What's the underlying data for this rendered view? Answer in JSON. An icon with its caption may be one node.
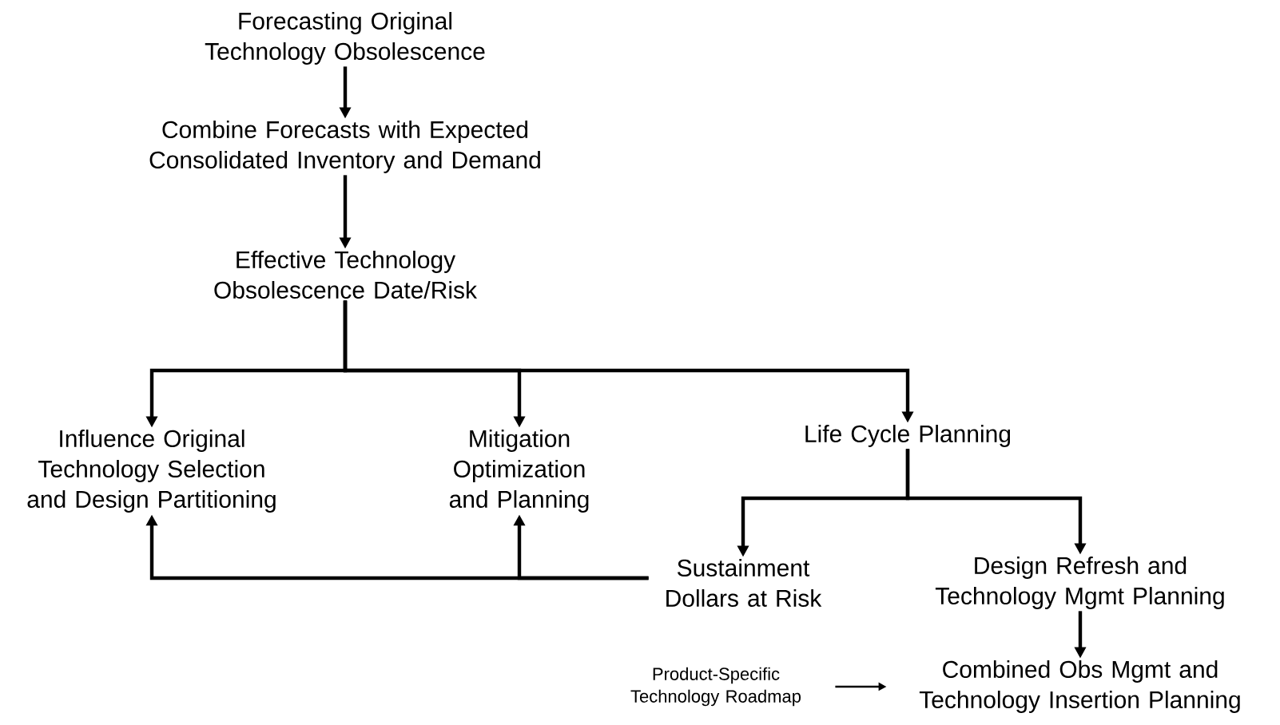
{
  "diagram": {
    "nodes": [
      {
        "text": [
          "Forecasting Original Technology Obsolescence"
        ]
      },
      {
        "text": [
          "Combine Forecasts with Expected Consolidated Inventory and Demand"
        ]
      },
      {
        "text": [
          "Effective Technology Obsolescence Date/Risk"
        ]
      },
      {
        "text": [
          "Influence Original Technology Selection and Design Partitioning"
        ]
      },
      {
        "text": [
          "Mitigation Optimization and Planning"
        ]
      },
      {
        "text": [
          "Life Cycle Planning"
        ]
      },
      {
        "text": [
          "Sustainment Dollars at Risk"
        ]
      },
      {
        "text": [
          "Design Refresh and Technology Mgmt Planning"
        ]
      },
      {
        "text": [
          "Product-Specific Technology Roadmap"
        ]
      },
      {
        "text": [
          "Combined Obs Mgmt and Technology Insertion Planning"
        ]
      }
    ],
    "edges": [
      {
        "from": 0,
        "to": 1,
        "arrow": "to"
      },
      {
        "from": 1,
        "to": 2,
        "arrow": "to"
      },
      {
        "from": 2,
        "to": 3,
        "arrow": "to"
      },
      {
        "from": 2,
        "to": 4,
        "arrow": "to"
      },
      {
        "from": 2,
        "to": 5,
        "arrow": "to"
      },
      {
        "from": 5,
        "to": 6,
        "arrow": "to"
      },
      {
        "from": 5,
        "to": 7,
        "arrow": "to"
      },
      {
        "from": 6,
        "to": 3,
        "arrow": "to"
      },
      {
        "from": 6,
        "to": 4,
        "arrow": "to"
      },
      {
        "from": 7,
        "to": 9,
        "arrow": "to"
      },
      {
        "from": 8,
        "to": 9,
        "arrow": "to"
      }
    ]
  }
}
